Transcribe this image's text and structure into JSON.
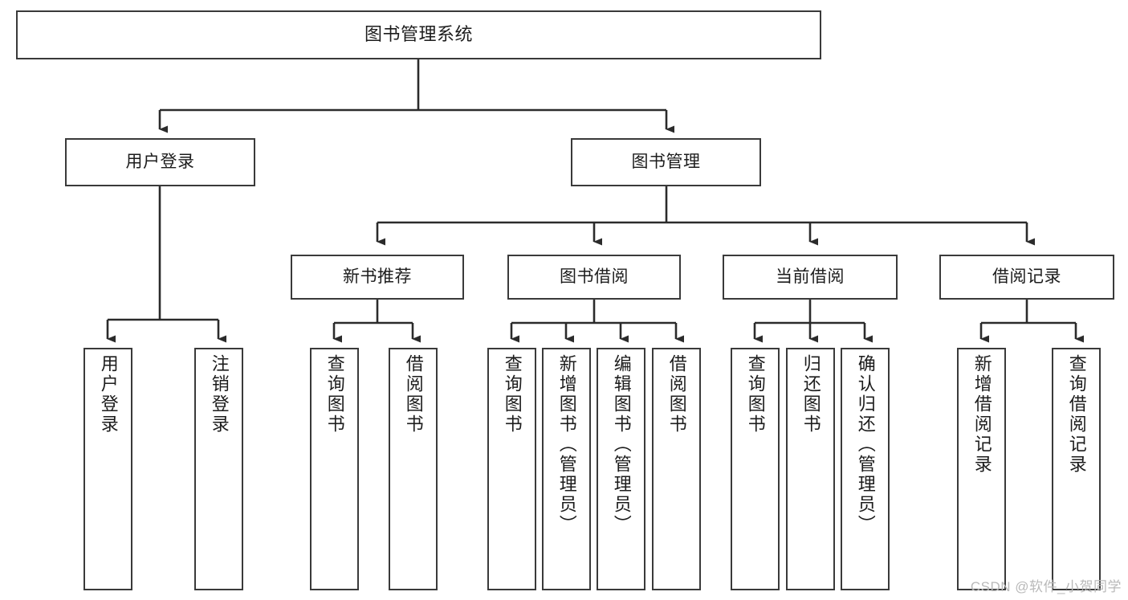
{
  "diagram": {
    "title": "图书管理系统",
    "type": "tree",
    "colors": {
      "box_border": "#3a3a3a",
      "box_fill": "#ffffff",
      "edge": "#2b2b2b",
      "text": "#1c1c1c",
      "watermark": "#b9b9b9"
    },
    "root": {
      "label": "图书管理系统"
    },
    "level2": [
      {
        "id": "user-login",
        "label": "用户登录"
      },
      {
        "id": "book-manage",
        "label": "图书管理"
      }
    ],
    "level3": [
      {
        "id": "new-book-recommend",
        "label": "新书推荐"
      },
      {
        "id": "book-borrow",
        "label": "图书借阅"
      },
      {
        "id": "current-borrow",
        "label": "当前借阅"
      },
      {
        "id": "borrow-record",
        "label": "借阅记录"
      }
    ],
    "leaves": {
      "user_login": [
        {
          "id": "leaf-user-login",
          "label": "用户登录"
        },
        {
          "id": "leaf-logout-login",
          "label": "注销登录"
        }
      ],
      "new_book_recommend": [
        {
          "id": "leaf-query-book-1",
          "label": "查询图书"
        },
        {
          "id": "leaf-borrow-book-1",
          "label": "借阅图书"
        }
      ],
      "book_borrow": [
        {
          "id": "leaf-query-book-2",
          "label": "查询图书"
        },
        {
          "id": "leaf-add-book",
          "label": "新增图书（管理员）"
        },
        {
          "id": "leaf-edit-book",
          "label": "编辑图书（管理员）"
        },
        {
          "id": "leaf-borrow-book-2",
          "label": "借阅图书"
        }
      ],
      "current_borrow": [
        {
          "id": "leaf-query-book-3",
          "label": "查询图书"
        },
        {
          "id": "leaf-return-book",
          "label": "归还图书"
        },
        {
          "id": "leaf-confirm-return",
          "label": "确认归还（管理员）"
        }
      ],
      "borrow_record": [
        {
          "id": "leaf-add-borrow-record",
          "label": "新增借阅记录"
        },
        {
          "id": "leaf-query-borrow-record",
          "label": "查询借阅记录"
        }
      ]
    }
  },
  "watermark": {
    "text": "CSDN @软件_小贺同学"
  }
}
